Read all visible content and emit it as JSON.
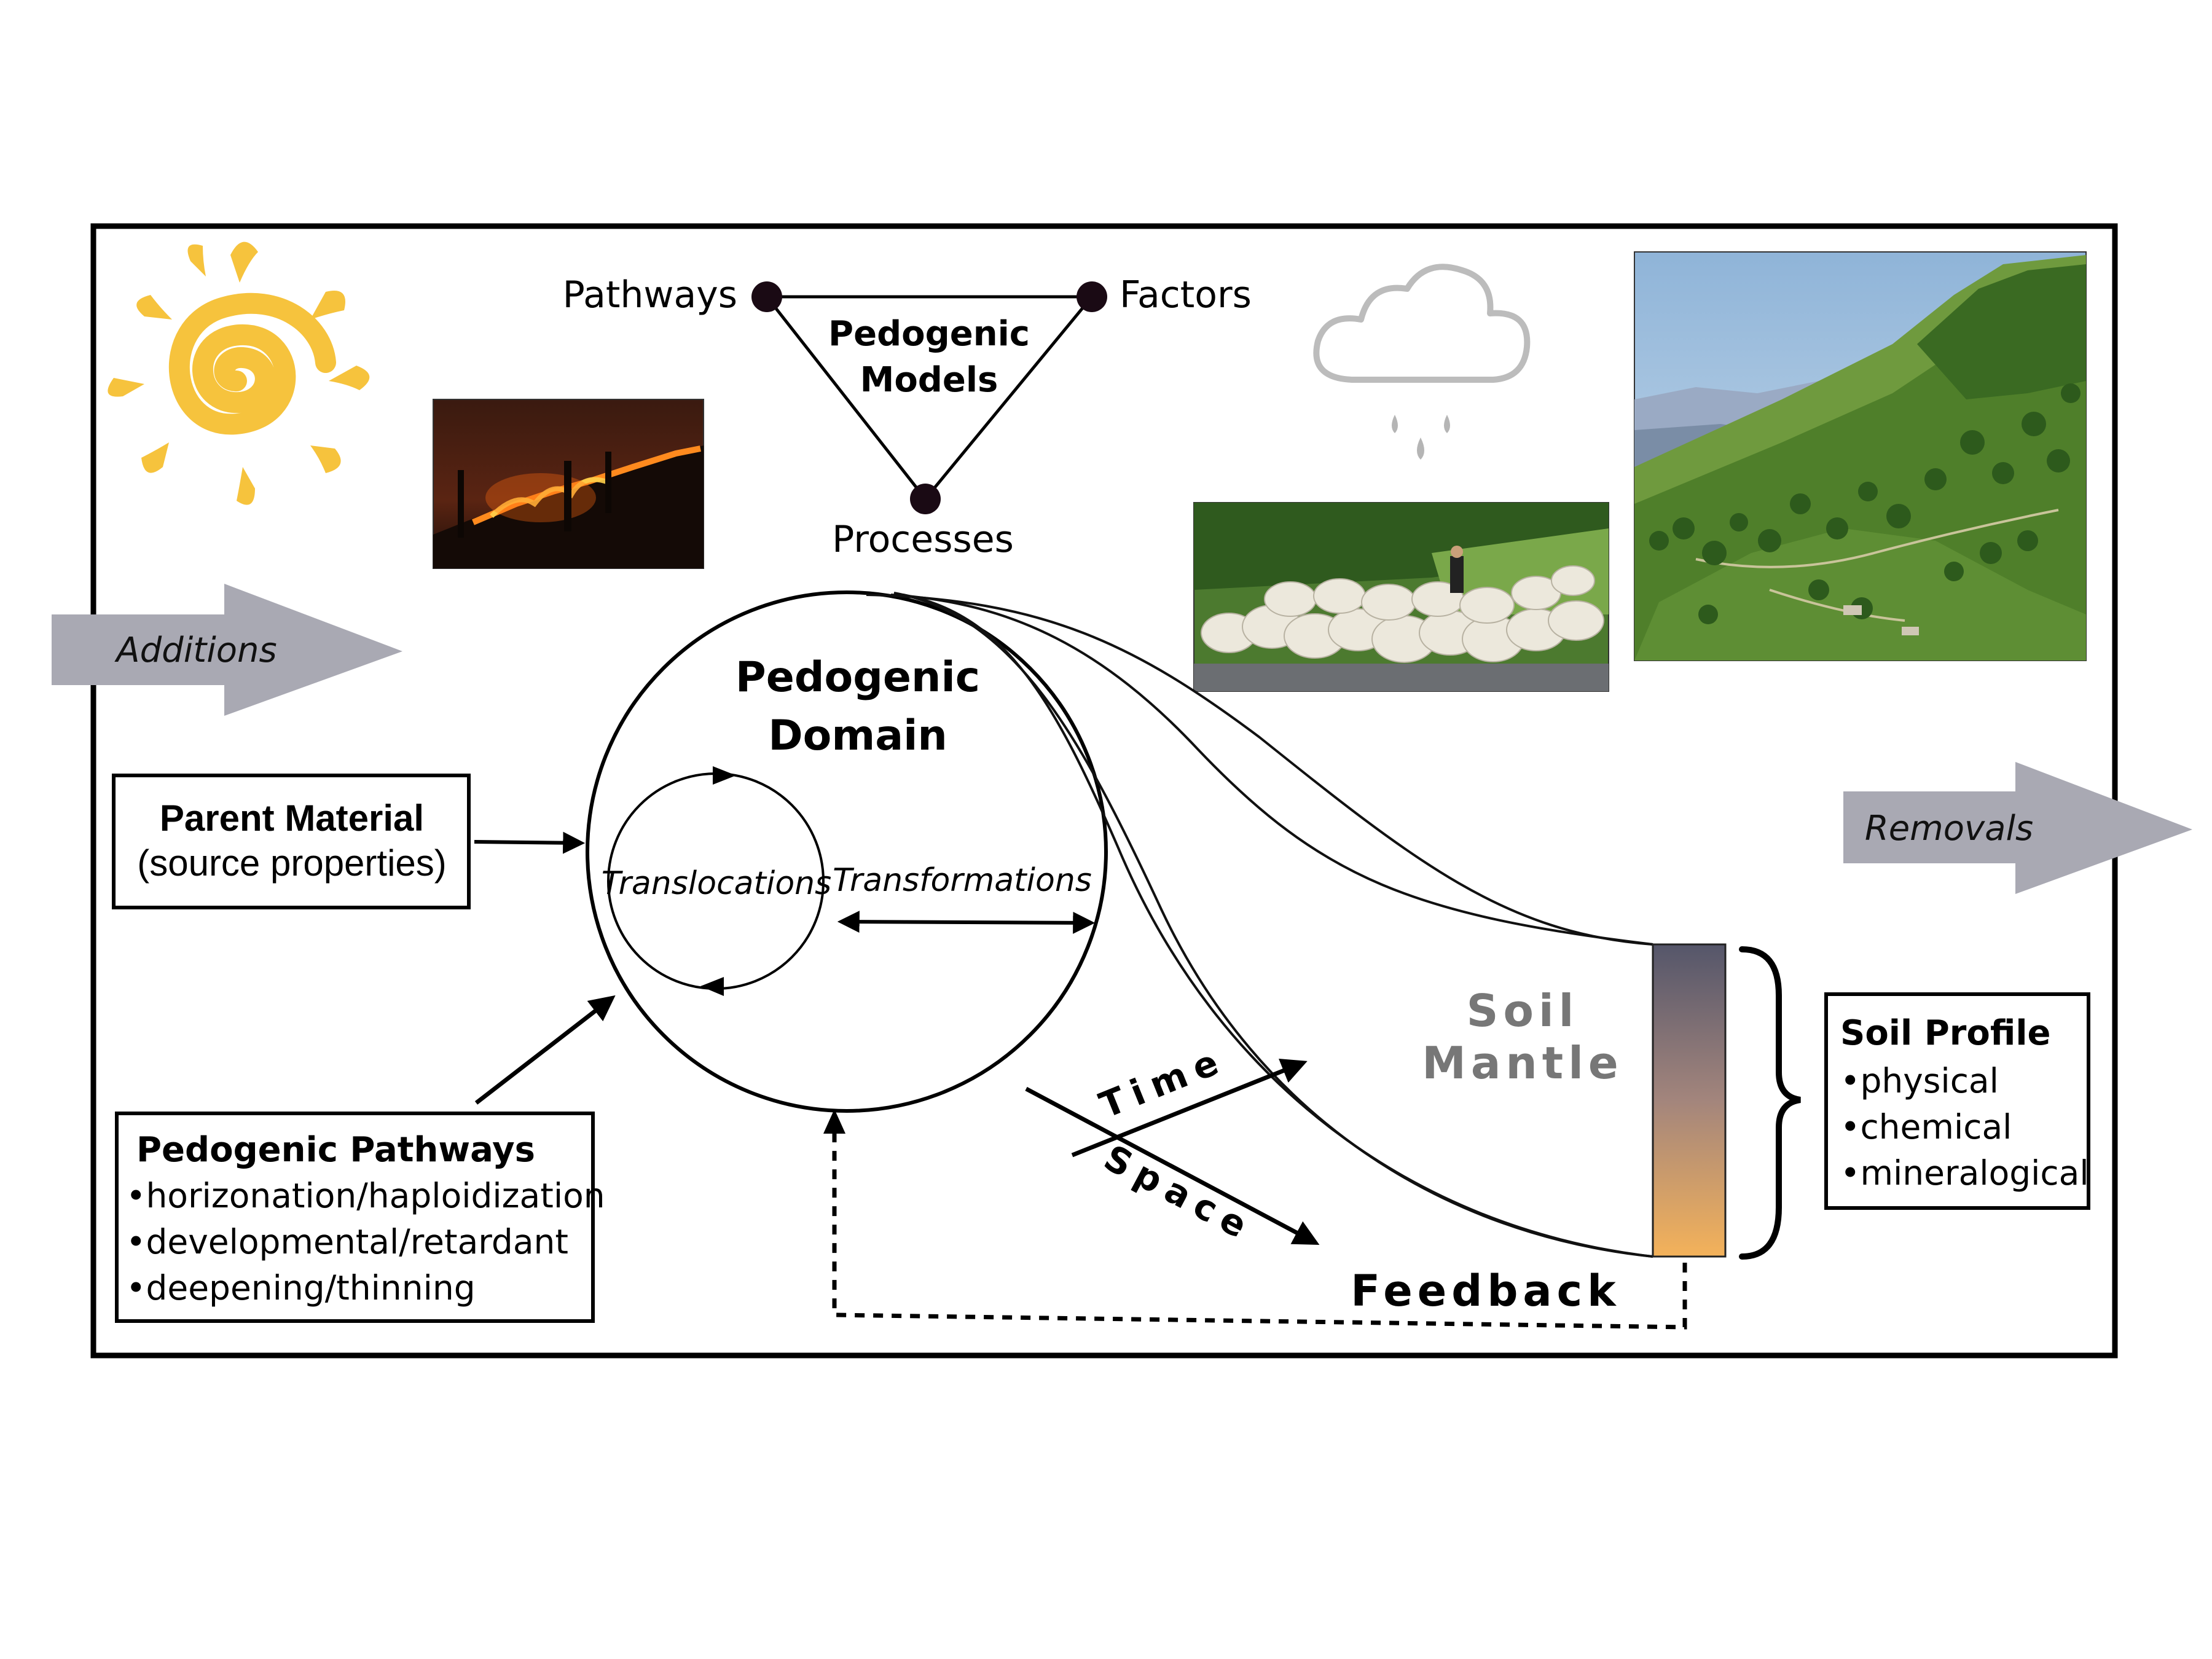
{
  "triangle": {
    "center_label_line1": "Pedogenic",
    "center_label_line2": "Models",
    "vertex_pathways": "Pathways",
    "vertex_factors": "Factors",
    "vertex_processes": "Processes"
  },
  "domain": {
    "title_line1": "Pedogenic",
    "title_line2": "Domain",
    "translocations": "Translocations",
    "transformations": "Transformations"
  },
  "arrows": {
    "additions": "Additions",
    "removals": "Removals"
  },
  "parent_material": {
    "title": "Parent Material",
    "subtitle": "(source properties)"
  },
  "pathways_box": {
    "title": "Pedogenic Pathways",
    "items": [
      "•horizonation/haploidization",
      "•developmental/retardant",
      "•deepening/thinning"
    ]
  },
  "soil_profile_box": {
    "title": "Soil Profile",
    "items": [
      "•physical",
      "•chemical",
      "•mineralogical"
    ]
  },
  "soil_mantle": {
    "line1": "Soil",
    "line2": "Mantle"
  },
  "time_label": "Time",
  "space_label": "Space",
  "feedback_label": "Feedback",
  "colors": {
    "sun": "#f6c33d",
    "arrow_gray": "#a9a9b3",
    "profile_top": "#55566a",
    "profile_bottom": "#f4b25a",
    "mantle_text": "#777777",
    "vertex": "#1a0a14"
  },
  "icons": {
    "sun": "sun-icon",
    "cloud": "rain-cloud-icon"
  }
}
